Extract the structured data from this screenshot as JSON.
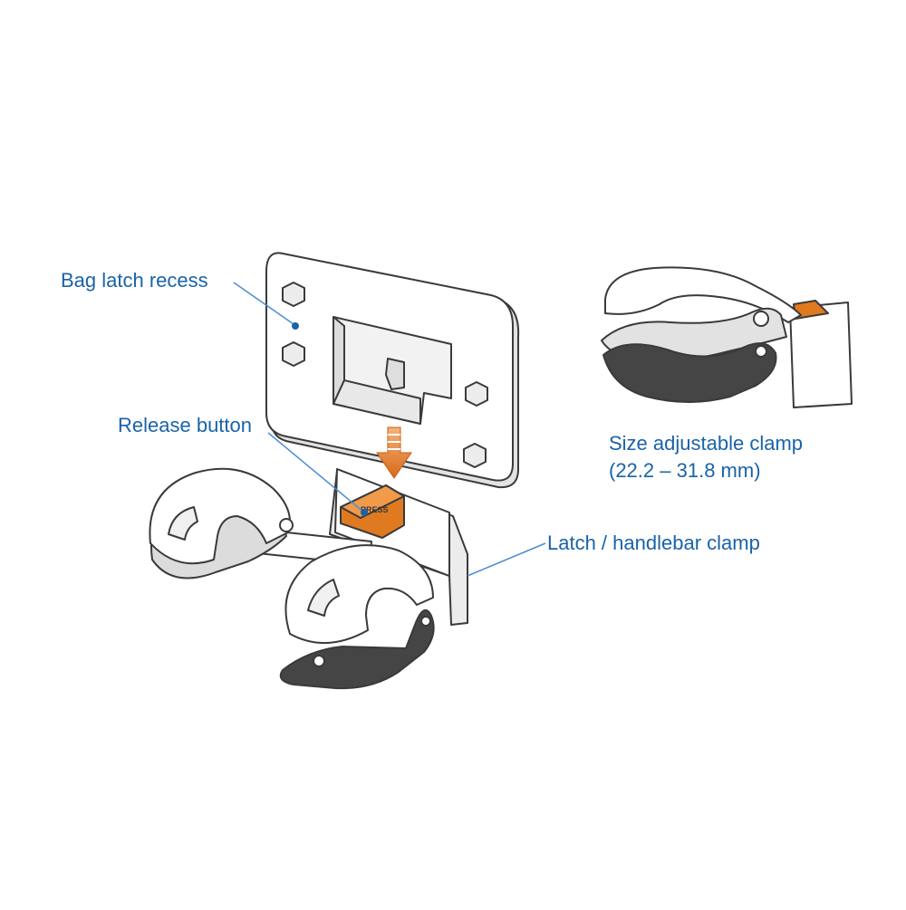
{
  "colors": {
    "label_text": "#1a63a8",
    "leader_line": "#4a8fd0",
    "outline": "#3a3a3a",
    "body_fill": "#ffffff",
    "shadow_fill": "#e2e2e2",
    "dark_clamp": "#454545",
    "accent_orange": "#e07a20"
  },
  "icons": {
    "bag_plate": "latch-plate-illustration",
    "main_clamp": "handlebar-clamp-illustration",
    "detail_clamp": "adjustable-clamp-detail-illustration",
    "arrow": "down-arrow-icon"
  },
  "button_text": "PRESS",
  "labels": {
    "bag_latch_recess": "Bag latch recess",
    "release_button": "Release button",
    "latch_handlebar_clamp": "Latch / handlebar clamp",
    "size_adjustable_clamp": "Size adjustable clamp",
    "size_range": "(22.2 – 31.8 mm)"
  }
}
